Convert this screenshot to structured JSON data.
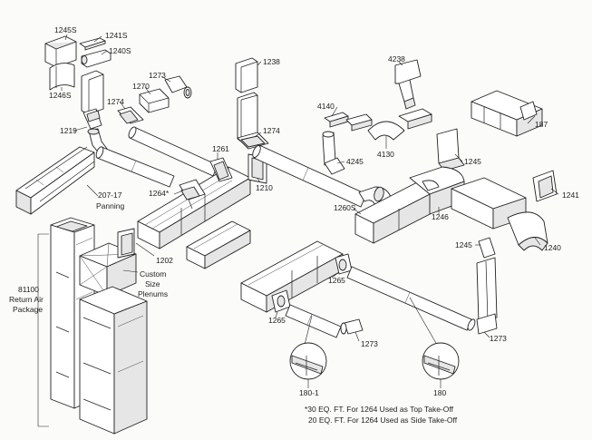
{
  "labels": {
    "l1245S_top": "1245S",
    "l1241S": "1241S",
    "l1240S": "1240S",
    "l1246S": "1246S",
    "l1219": "1219",
    "l1273_top": "1273",
    "l1270": "1270",
    "l1274_a": "1274",
    "l1238": "1238",
    "l1274_b": "1274",
    "l1261": "1261",
    "l1264": "1264*",
    "l1210": "1210",
    "l207": "207-17",
    "lPanning": "Panning",
    "l4238": "4238",
    "l4140": "4140",
    "l4245": "4245",
    "l4130": "4130",
    "l187": "187",
    "l1245_mid": "1245",
    "l1241": "1241",
    "l1246": "1246",
    "l1260S": "1260S",
    "l1240": "1240",
    "l1245_low": "1245",
    "l1202": "1202",
    "lCustom1": "Custom",
    "lCustom2": "Size",
    "lCustom3": "Plenums",
    "l81100a": "81100",
    "l81100b": "Return Air",
    "l81100c": "Package",
    "l1265_a": "1265",
    "l1265_b": "1265",
    "l1273_mid": "1273",
    "l1273_right": "1273",
    "l180_1": "180-1",
    "l180": "180"
  },
  "footnote": {
    "line1": "*30 EQ. FT. For 1264 Used as Top Take-Off",
    "line2": "20 EQ. FT. For 1264 Used as Side Take-Off"
  }
}
